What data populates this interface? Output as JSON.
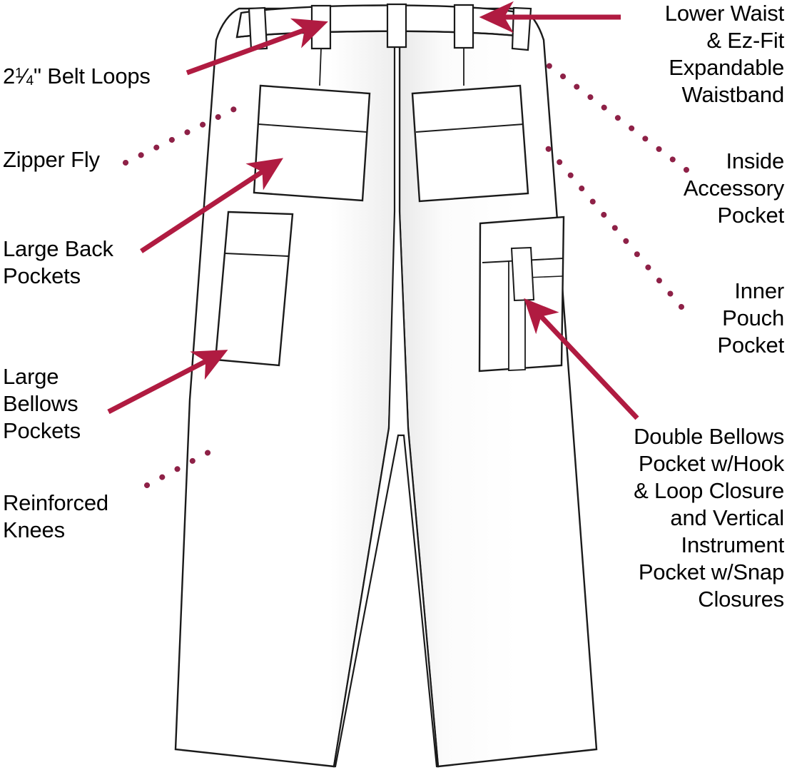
{
  "diagram": {
    "title": "Technical flat sketch of cargo work pants, back view, with feature callouts",
    "colors": {
      "accent": "#B01B41",
      "outline": "#1a1a1a",
      "background": "#ffffff",
      "garment_fill": "#ffffff",
      "shadow": "#e8e8e8"
    },
    "garment": {
      "name": "cargo-work-pants",
      "view": "back",
      "parts": [
        "waistband",
        "belt-loops",
        "back-pocket-left",
        "back-pocket-right",
        "bellows-pocket-left",
        "bellows-pocket-right",
        "vertical-instrument-pocket",
        "leg-left",
        "leg-right"
      ]
    }
  },
  "callouts": {
    "left": [
      {
        "id": "belt-loops",
        "text": "2¹⁄₄\" Belt Loops",
        "text_plain": "2 1/4\" Belt Loops",
        "prefix": "2",
        "numerator": "1",
        "denominator": "4",
        "suffix": "\" Belt Loops",
        "connector": "arrow",
        "align": "left"
      },
      {
        "id": "zipper-fly",
        "text": "Zipper Fly",
        "connector": "dotted",
        "align": "left"
      },
      {
        "id": "large-back-pockets",
        "text": "Large Back\nPockets",
        "connector": "arrow",
        "align": "left"
      },
      {
        "id": "large-bellows-pockets",
        "text": "Large\nBellows\nPockets",
        "connector": "arrow",
        "align": "left"
      },
      {
        "id": "reinforced-knees",
        "text": "Reinforced\nKnees",
        "connector": "dotted",
        "align": "left"
      }
    ],
    "right": [
      {
        "id": "lower-waist",
        "text": "Lower Waist\n& Ez-Fit\nExpandable\nWaistband",
        "connector": "arrow",
        "align": "right"
      },
      {
        "id": "inside-accessory-pocket",
        "text": "Inside\nAccessory\nPocket",
        "connector": "dotted",
        "align": "right"
      },
      {
        "id": "inner-pouch-pocket",
        "text": "Inner\nPouch\nPocket",
        "connector": "dotted",
        "align": "right"
      },
      {
        "id": "double-bellows-pocket",
        "text": "Double Bellows\nPocket w/Hook\n& Loop Closure\nand Vertical\nInstrument\nPocket w/Snap\nClosures",
        "connector": "arrow",
        "align": "right"
      }
    ]
  }
}
